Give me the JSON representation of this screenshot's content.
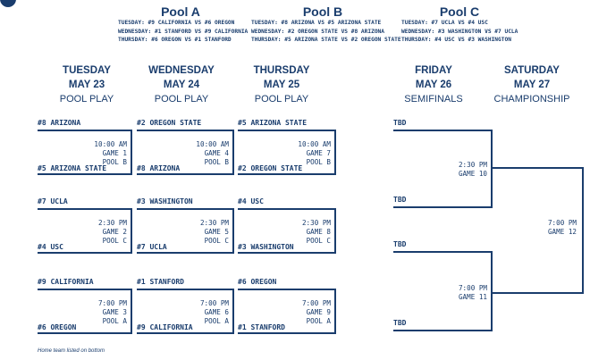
{
  "pools": [
    {
      "title": "Pool A",
      "lines": [
        "TUESDAY: #9 CALIFORNIA VS #6 OREGON",
        "WEDNESDAY: #1 STANFORD VS #9 CALIFORNIA",
        "THURSDAY: #6 OREGON VS #1 STANFORD"
      ]
    },
    {
      "title": "Pool B",
      "lines": [
        "TUESDAY: #8 ARIZONA VS #5 ARIZONA STATE",
        "WEDNESDAY: #2 OREGON STATE VS #8 ARIZONA",
        "THURSDAY: #5 ARIZONA STATE VS #2 OREGON STATE"
      ]
    },
    {
      "title": "Pool C",
      "lines": [
        "TUESDAY: #7 UCLA VS #4 USC",
        "WEDNESDAY: #3 WASHINGTON VS #7 UCLA",
        "THURSDAY: #4 USC VS #3 WASHINGTON"
      ]
    }
  ],
  "days": [
    {
      "name": "TUESDAY",
      "date": "MAY 23",
      "phase": "POOL PLAY"
    },
    {
      "name": "WEDNESDAY",
      "date": "MAY 24",
      "phase": "POOL PLAY"
    },
    {
      "name": "THURSDAY",
      "date": "MAY 25",
      "phase": "POOL PLAY"
    },
    {
      "name": "FRIDAY",
      "date": "MAY 26",
      "phase": "SEMIFINALS"
    },
    {
      "name": "SATURDAY",
      "date": "MAY 27",
      "phase": "CHAMPIONSHIP"
    }
  ],
  "games": [
    {
      "top": "#8 ARIZONA",
      "bottom": "#5 ARIZONA STATE",
      "time": "10:00 AM",
      "game": "GAME 1",
      "pool": "POOL B"
    },
    {
      "top": "#2 OREGON STATE",
      "bottom": "#8 ARIZONA",
      "time": "10:00 AM",
      "game": "GAME 4",
      "pool": "POOL B"
    },
    {
      "top": "#5 ARIZONA STATE",
      "bottom": "#2 OREGON STATE",
      "time": "10:00 AM",
      "game": "GAME 7",
      "pool": "POOL B"
    },
    {
      "top": "#7 UCLA",
      "bottom": "#4 USC",
      "time": "2:30 PM",
      "game": "GAME 2",
      "pool": "POOL C"
    },
    {
      "top": "#3 WASHINGTON",
      "bottom": "#7 UCLA",
      "time": "2:30 PM",
      "game": "GAME 5",
      "pool": "POOL C"
    },
    {
      "top": "#4 USC",
      "bottom": "#3 WASHINGTON",
      "time": "2:30 PM",
      "game": "GAME 8",
      "pool": "POOL C"
    },
    {
      "top": "#9 CALIFORNIA",
      "bottom": "#6 OREGON",
      "time": "7:00 PM",
      "game": "GAME 3",
      "pool": "POOL A"
    },
    {
      "top": "#1 STANFORD",
      "bottom": "#9 CALIFORNIA",
      "time": "7:00 PM",
      "game": "GAME 6",
      "pool": "POOL A"
    },
    {
      "top": "#6 OREGON",
      "bottom": "#1 STANFORD",
      "time": "7:00 PM",
      "game": "GAME 9",
      "pool": "POOL A"
    }
  ],
  "semis": [
    {
      "top": "TBD",
      "bottom": "TBD",
      "time": "2:30 PM",
      "game": "GAME 10"
    },
    {
      "top": "TBD",
      "bottom": "TBD",
      "time": "7:00 PM",
      "game": "GAME 11"
    }
  ],
  "final": {
    "time": "7:00 PM",
    "game": "GAME 12"
  },
  "footnote": "Home team listed on bottom"
}
